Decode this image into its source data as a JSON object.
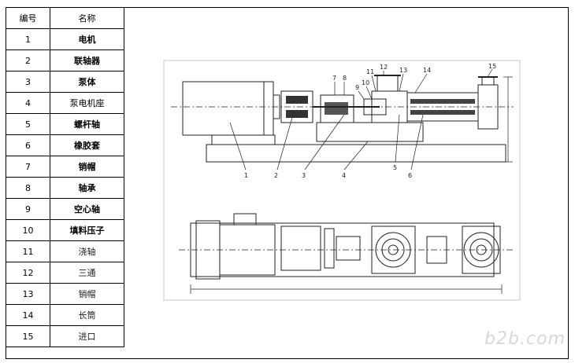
{
  "table": {
    "header": {
      "num": "编号",
      "name": "名称"
    },
    "rows": [
      {
        "num": "1",
        "name": "电机"
      },
      {
        "num": "2",
        "name": "联轴器"
      },
      {
        "num": "3",
        "name": "泵体"
      },
      {
        "num": "4",
        "name": "泵电机座"
      },
      {
        "num": "5",
        "name": "螺杆轴"
      },
      {
        "num": "6",
        "name": "橡胶套"
      },
      {
        "num": "7",
        "name": "销帽"
      },
      {
        "num": "8",
        "name": "轴承"
      },
      {
        "num": "9",
        "name": "空心轴"
      },
      {
        "num": "10",
        "name": "填料压子"
      },
      {
        "num": "11",
        "name": "浇轴"
      },
      {
        "num": "12",
        "name": "三通"
      },
      {
        "num": "13",
        "name": "销帽"
      },
      {
        "num": "14",
        "name": "长筒"
      },
      {
        "num": "15",
        "name": "进口"
      }
    ]
  },
  "drawing": {
    "callouts": [
      "1",
      "2",
      "3",
      "4",
      "5",
      "6",
      "7",
      "8",
      "9",
      "10",
      "11",
      "12",
      "13",
      "14",
      "15"
    ]
  },
  "watermark": "b2b.com"
}
